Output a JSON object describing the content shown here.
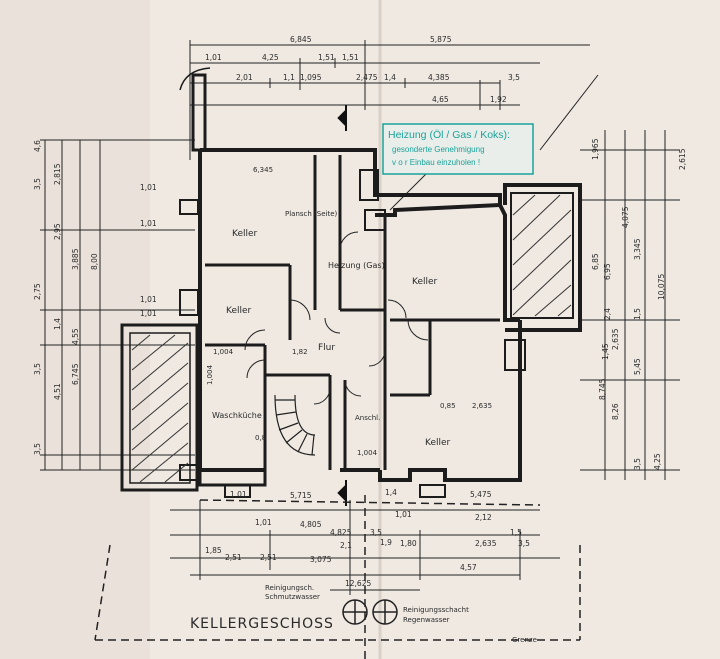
{
  "dimensions": {
    "top": [
      "6,845",
      "5,875",
      "4,25",
      "1,51",
      "1,51",
      "2,01",
      "1,1",
      "1,095",
      "2,475",
      "1,4",
      "4,385",
      "3,5",
      "4,65",
      "1,92",
      "1,01"
    ],
    "left": [
      "4,6",
      "3,5",
      "2,815",
      "1,01",
      "1,01",
      "2,95",
      "3,885",
      "8,00",
      "1,01",
      "1,01",
      "2,75",
      "4,55",
      "1,4",
      "3,5",
      "6,745",
      "4,51",
      "3,5"
    ],
    "right": [
      "1,965",
      "2,615",
      "4,075",
      "6,85",
      "3,345",
      "6,95",
      "10,075",
      "2,4",
      "1,5",
      "2,635",
      "1,45",
      "5,45",
      "8,745",
      "8,26",
      "3,5",
      "4,25"
    ],
    "bottom": [
      "1,01",
      "5,715",
      "4,805",
      "2,51",
      "1,85",
      "1,01",
      "1,4",
      "1,5",
      "5,475",
      "2,1",
      "3,5",
      "2,51",
      "3,075",
      "1,9",
      "1,80",
      "4,825",
      "2,635",
      "4,57",
      "12,625",
      "3,5",
      "1,01",
      "2,12"
    ],
    "inner": [
      "6,345",
      "1,82",
      "2,635",
      "1,004",
      "1,004",
      "0,85",
      "1,004",
      "0,8"
    ]
  },
  "rooms": {
    "keller1": "Keller",
    "keller2": "Keller",
    "keller3": "Keller",
    "keller4": "Keller",
    "plansch": "Plansch (Seite)",
    "heizung": "Heizung (Gas)",
    "flur": "Flur",
    "waschkueche": "Waschküche",
    "anschluss": "Anschl."
  },
  "stamp": {
    "line1": "Heizung (Öl / Gas / Koks):",
    "line2": "gesonderte Genehmigung",
    "line3": "v o r  Einbau  einzuholen !"
  },
  "labels": {
    "title": "KELLERGESCHOSS",
    "reinigung_left_1": "Reinigungsch.",
    "reinigung_left_2": "Schmutzwasser",
    "reinigung_right_1": "Reinigungsschacht",
    "reinigung_right_2": "Regenwasser",
    "grenze": "Grenze"
  },
  "colors": {
    "paper": "#efe9e2",
    "ink": "#222222",
    "stamp": "#1aa39a"
  }
}
